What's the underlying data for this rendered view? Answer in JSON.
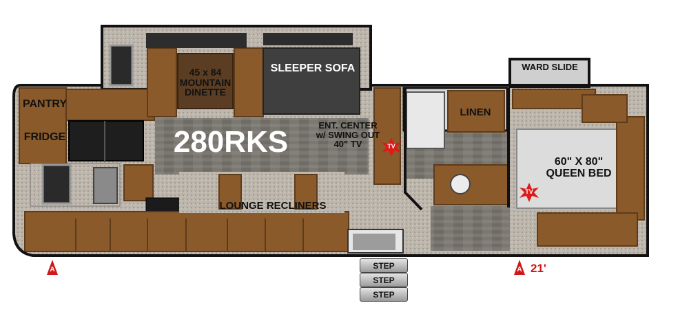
{
  "model": "280RKS",
  "labels": {
    "pantry": "PANTRY",
    "fridge": "FRIDGE",
    "dinette": [
      "45 x 84",
      "MOUNTAIN",
      "DINETTE"
    ],
    "sleeper_sofa": "SLEEPER SOFA",
    "ent_center": [
      "ENT. CENTER",
      "w/ SWING OUT",
      "40\" TV"
    ],
    "lounge_recliners": "LOUNGE RECLINERS",
    "linen": "LINEN",
    "ward_slide": "WARD SLIDE",
    "queen_bed": [
      "60\" X 80\"",
      "QUEEN BED"
    ],
    "tv": "TV",
    "length": "21'",
    "axle_marker": "A",
    "steps": [
      "STEP",
      "STEP",
      "STEP"
    ]
  },
  "colors": {
    "wall": "#111111",
    "floor_wood": "#7d7a73",
    "carpet": "#b8b3ab",
    "cabinet": "#8a5a2b",
    "cabinet_dark": "#5e3b19",
    "upholstery": "#4a4a4a",
    "bed": "#d9d9d9",
    "tv_star": "#e01818",
    "axle_marker": "#d01818"
  }
}
